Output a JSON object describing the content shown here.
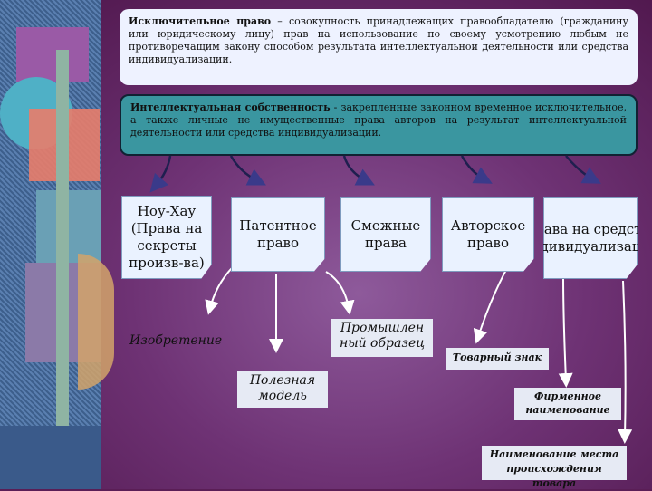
{
  "definitions": {
    "exclusive_right_term": "Исключительное право",
    "exclusive_right_text": " – совокупность принадлежащих правообладателю (гражданину или юридическому лицу) прав на использование по своему усмотрению любым не противоречащим закону способом результата интеллектуальной деятельности или средства индивидуализации.",
    "ip_term": "Интеллектуальная собственность",
    "ip_text": " - закрепленные законном временное исключительное, а также личные не имущественные права авторов на результат интеллектуальной деятельности или средства индивидуализации."
  },
  "categories": [
    {
      "label": "Ноу-Хау (Права на секреты произв-ва)"
    },
    {
      "label": "Патентное право"
    },
    {
      "label": "Смежные права"
    },
    {
      "label": "Авторское право"
    },
    {
      "label": "Права на средства индивидуализации"
    }
  ],
  "sub_items": {
    "invention": "Изобретение",
    "utility_model": "Полезная модель",
    "industrial_design": "Промышлен ный образец",
    "trademark": "Товарный знак",
    "trade_name": "Фирменное наименование",
    "place_of_origin": "Наименование места происхождения товара"
  }
}
